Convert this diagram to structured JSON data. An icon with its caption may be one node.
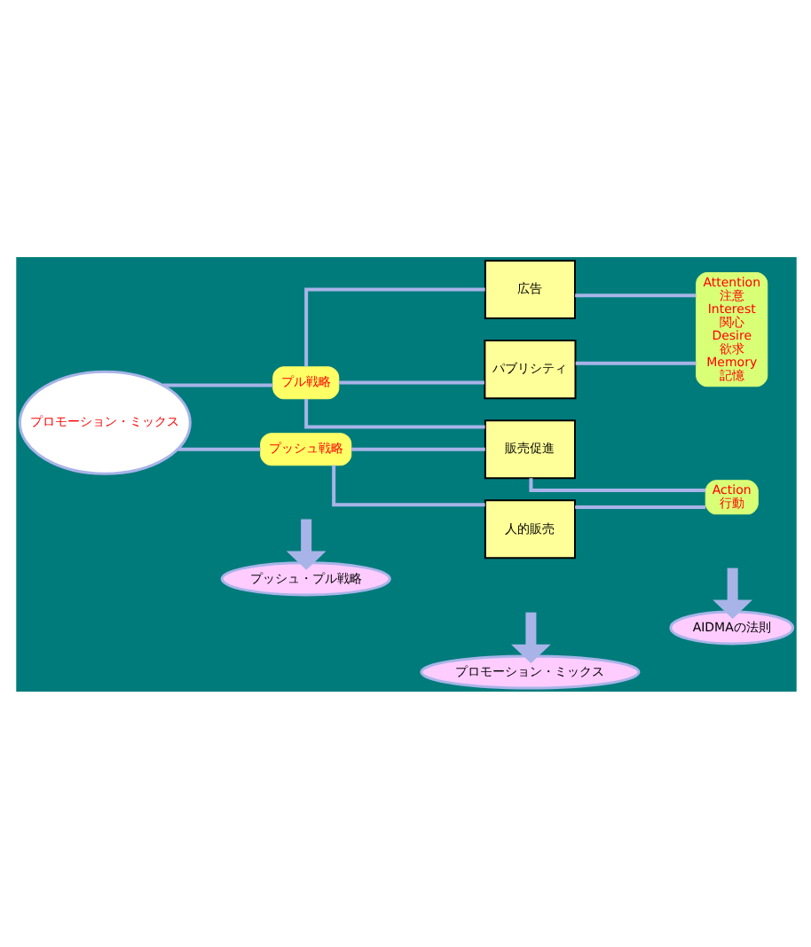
{
  "diagram": {
    "nodes": [
      {
        "text": [
          "プロモーション・ミックス"
        ]
      },
      {
        "text": [
          "プル戦略"
        ]
      },
      {
        "text": [
          "プッシュ戦略"
        ]
      },
      {
        "text": [
          "広告"
        ]
      },
      {
        "text": [
          "パブリシティ"
        ]
      },
      {
        "text": [
          "販売促進"
        ]
      },
      {
        "text": [
          "人的販売"
        ]
      },
      {
        "text": [
          "Attention",
          "注意",
          "Interest",
          "関心",
          "Desire",
          "欲求",
          "Memory",
          "記憶"
        ]
      },
      {
        "text": [
          "Action",
          "行動"
        ]
      },
      {
        "text": [
          "プッシュ・プル戦略"
        ]
      },
      {
        "text": [
          "プロモーション・ミックス"
        ]
      },
      {
        "text": [
          "AIDMAの法則"
        ]
      }
    ],
    "edges": [
      {
        "from": 0,
        "to": 1,
        "arrow": "none"
      },
      {
        "from": 0,
        "to": 2,
        "arrow": "none"
      },
      {
        "from": 1,
        "to": 3,
        "arrow": "none"
      },
      {
        "from": 1,
        "to": 4,
        "arrow": "none"
      },
      {
        "from": 1,
        "to": 5,
        "arrow": "none"
      },
      {
        "from": 2,
        "to": 5,
        "arrow": "none"
      },
      {
        "from": 2,
        "to": 6,
        "arrow": "none"
      },
      {
        "from": 3,
        "to": 7,
        "arrow": "none"
      },
      {
        "from": 4,
        "to": 7,
        "arrow": "none"
      },
      {
        "from": 5,
        "to": 8,
        "arrow": "none"
      },
      {
        "from": 6,
        "to": 8,
        "arrow": "none"
      },
      {
        "from": null,
        "to": 9,
        "arrow": "to",
        "style": "thick"
      },
      {
        "from": null,
        "to": 10,
        "arrow": "to",
        "style": "thick"
      },
      {
        "from": null,
        "to": 11,
        "arrow": "to",
        "style": "thick"
      }
    ]
  }
}
